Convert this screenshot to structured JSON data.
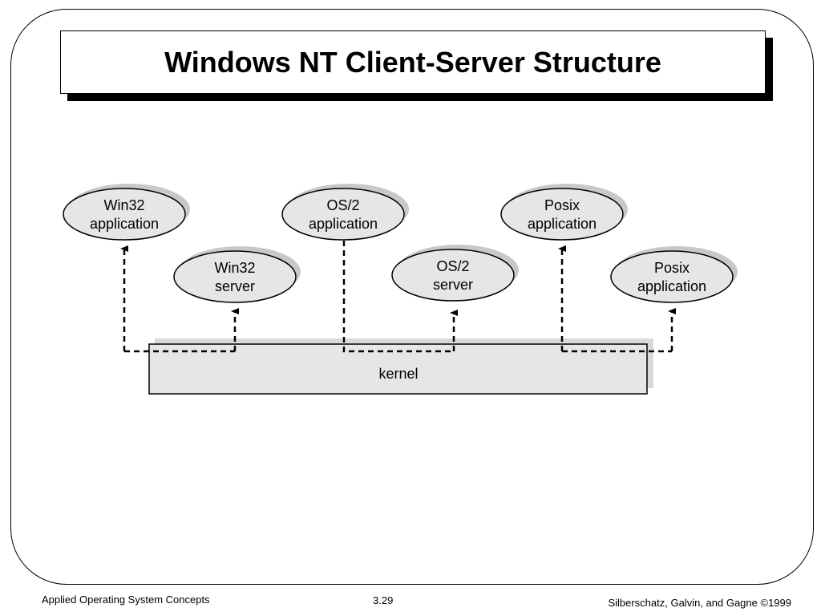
{
  "slide": {
    "title": "Windows NT Client-Server Structure"
  },
  "diagram": {
    "nodes": [
      {
        "id": "win32-app",
        "line1": "Win32",
        "line2": "application"
      },
      {
        "id": "win32-server",
        "line1": "Win32",
        "line2": "server"
      },
      {
        "id": "os2-app",
        "line1": "OS/2",
        "line2": "application"
      },
      {
        "id": "os2-server",
        "line1": "OS/2",
        "line2": "server"
      },
      {
        "id": "posix-app",
        "line1": "Posix",
        "line2": "application"
      },
      {
        "id": "posix-app-2",
        "line1": "Posix",
        "line2": "application"
      }
    ],
    "kernel_label": "kernel"
  },
  "footer": {
    "left": "Applied Operating System Concepts",
    "center": "3.29",
    "right": "Silberschatz, Galvin, and Gagne ©1999"
  }
}
